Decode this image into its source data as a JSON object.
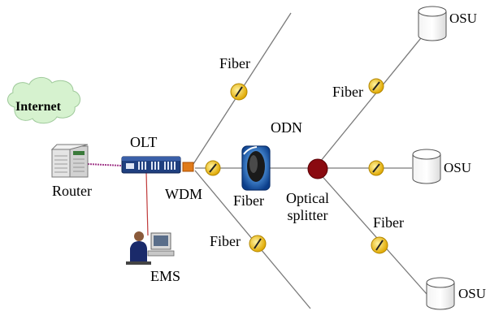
{
  "labels": {
    "internet": "Internet",
    "router": "Router",
    "olt": "OLT",
    "wdm": "WDM",
    "ems": "EMS",
    "odn": "ODN",
    "fiber_top": "Fiber",
    "fiber_upper_right": "Fiber",
    "fiber_spool": "Fiber",
    "fiber_lower_left": "Fiber",
    "fiber_lower_right": "Fiber",
    "splitter": "Optical\nsplitter",
    "osu_top": "OSU",
    "osu_mid": "OSU",
    "osu_bottom": "OSU"
  },
  "colors": {
    "fiber_line": "#7a7a7a",
    "connector_fill": "#f2c400",
    "splitter": "#8a0a10",
    "wdm": "#e07b1a",
    "router_link": "#a23a8a",
    "olt_body": "#1f3f7f",
    "cloud": "#d6f2cf"
  }
}
